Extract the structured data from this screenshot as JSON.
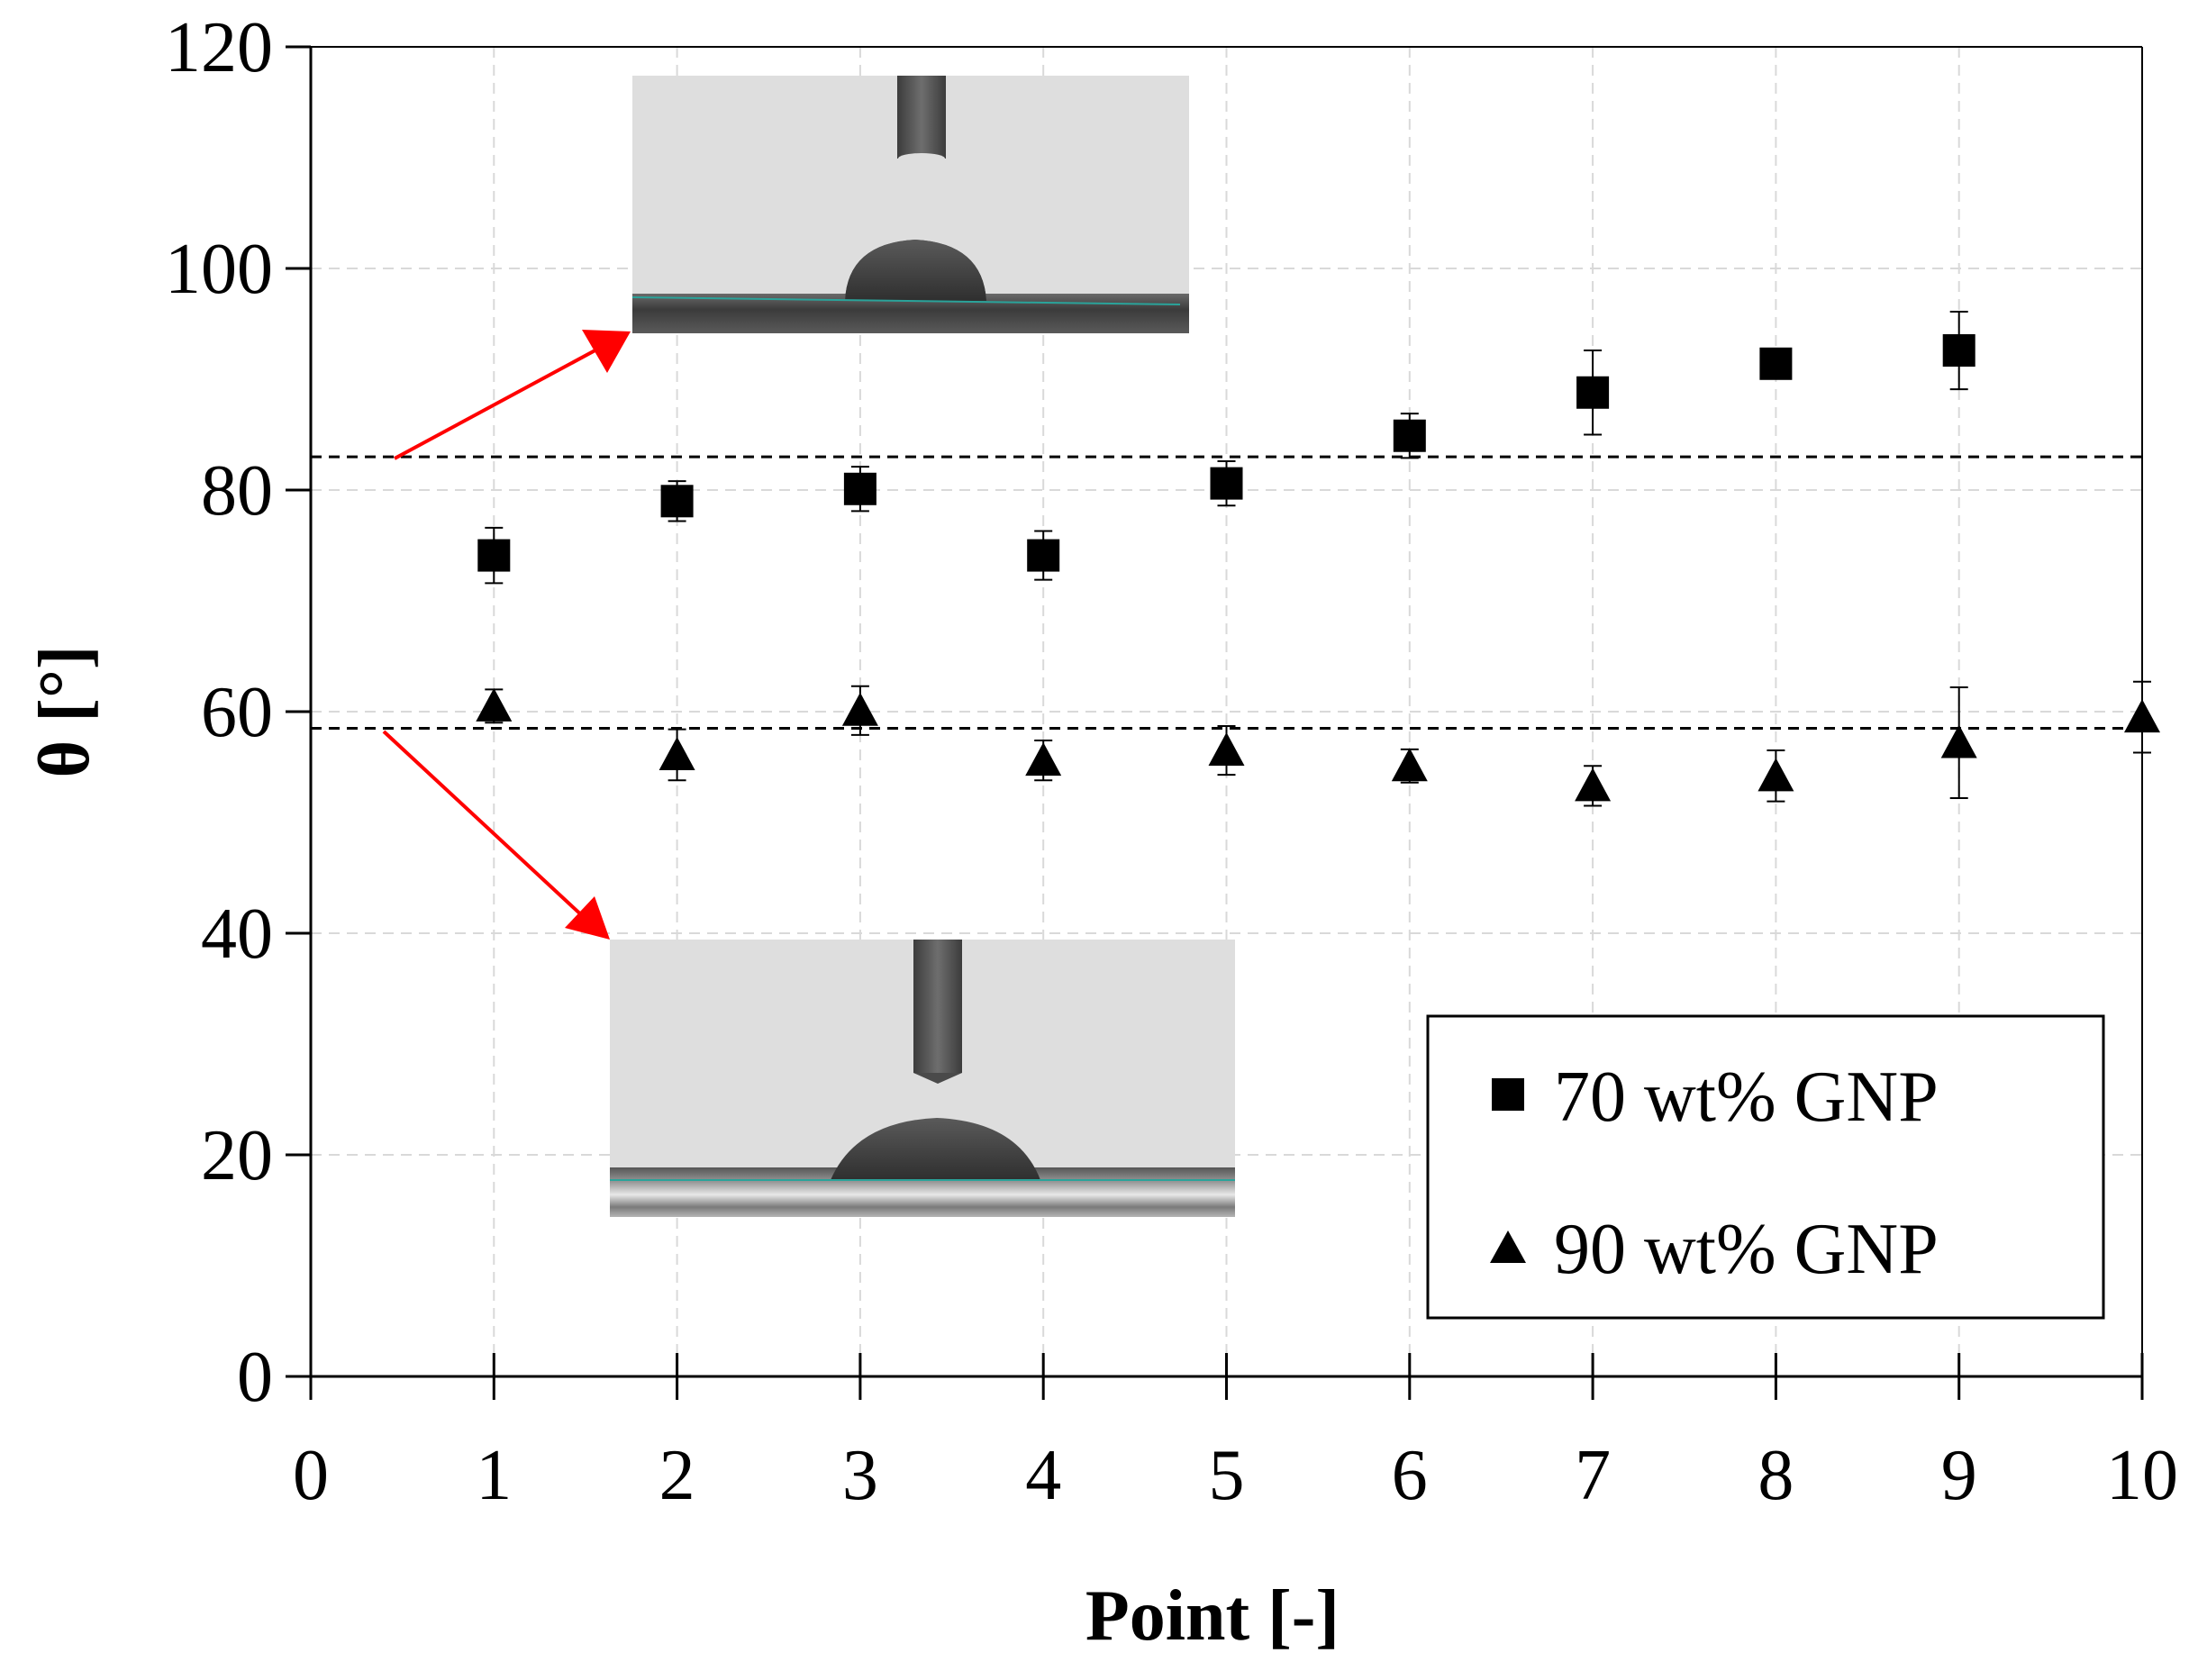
{
  "chart_data": {
    "type": "scatter",
    "xlabel": "Point [-]",
    "ylabel": "θ [°]",
    "xlim": [
      0,
      10
    ],
    "ylim": [
      0,
      120
    ],
    "xticks": [
      0,
      1,
      2,
      3,
      4,
      5,
      6,
      7,
      8,
      9,
      10
    ],
    "yticks": [
      0,
      20,
      40,
      60,
      80,
      100,
      120
    ],
    "grid": true,
    "legend_position": "bottom-right",
    "series": [
      {
        "name": "70 wt% GNP",
        "marker": "square",
        "x": [
          1,
          2,
          3,
          4,
          5,
          6,
          7,
          8,
          9
        ],
        "y": [
          74.1,
          79.0,
          80.1,
          74.1,
          80.6,
          84.9,
          88.8,
          91.4,
          92.6
        ],
        "error": [
          2.5,
          1.8,
          2.0,
          2.2,
          2.0,
          2.0,
          3.8,
          1.2,
          3.5
        ]
      },
      {
        "name": "90 wt% GNP",
        "marker": "triangle",
        "x": [
          1,
          2,
          3,
          4,
          5,
          6,
          7,
          8,
          9,
          10
        ],
        "y": [
          60.5,
          56.1,
          60.1,
          55.6,
          56.5,
          55.1,
          53.3,
          54.2,
          57.2,
          59.5
        ],
        "error": [
          1.5,
          2.3,
          2.2,
          1.8,
          2.2,
          1.5,
          1.8,
          2.3,
          5.0,
          3.2
        ]
      }
    ],
    "reference_lines": [
      {
        "y": 83.0,
        "style": "dashed"
      },
      {
        "y": 58.5,
        "style": "dashed"
      }
    ],
    "insets": [
      {
        "name": "droplet-image-70wt",
        "points_to_y": 83.0
      },
      {
        "name": "droplet-image-90wt",
        "points_to_y": 58.5
      }
    ],
    "colors": {
      "markers": "#000000",
      "grid": "#d9d9d9",
      "arrow": "#ff0000",
      "inset_background": "#dcdcdc"
    }
  }
}
